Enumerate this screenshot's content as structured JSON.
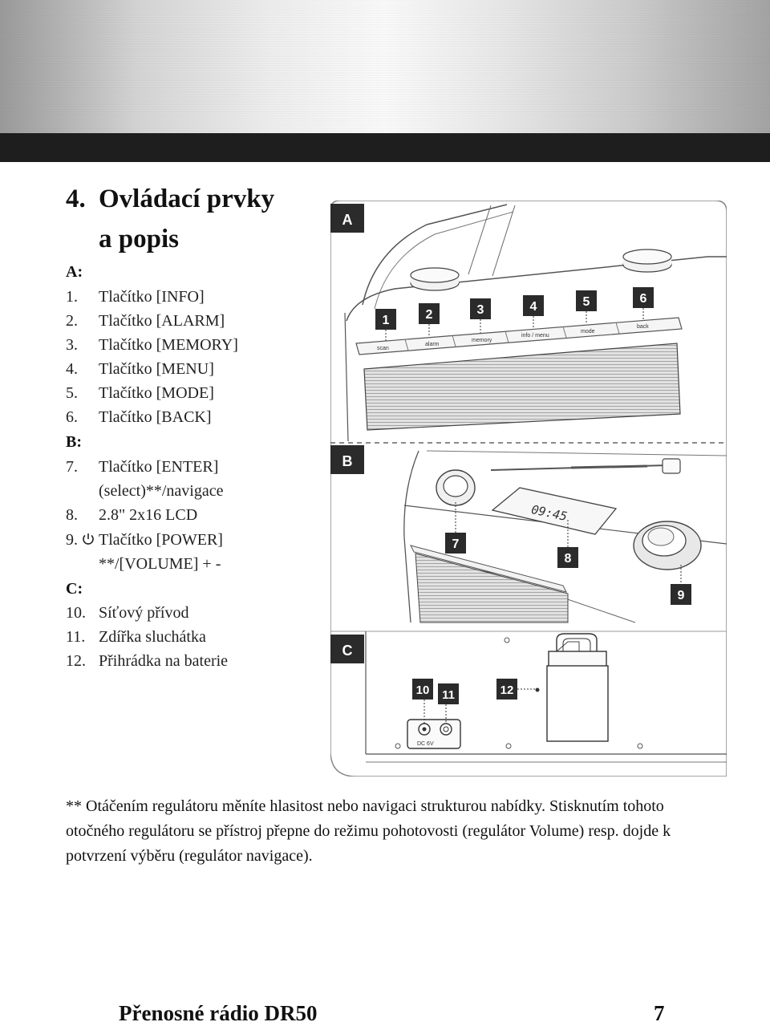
{
  "heading": {
    "number": "4.",
    "line1": "Ovládací prvky",
    "line2": "a popis"
  },
  "groups": {
    "A": {
      "label": "A:"
    },
    "B": {
      "label": "B:"
    },
    "C": {
      "label": "C:"
    }
  },
  "items": [
    {
      "num": "1.",
      "text": "Tlačítko [INFO]"
    },
    {
      "num": "2.",
      "text": "Tlačítko [ALARM]"
    },
    {
      "num": "3.",
      "text": "Tlačítko [MEMORY]"
    },
    {
      "num": "4.",
      "text": "Tlačítko [MENU]"
    },
    {
      "num": "5.",
      "text": "Tlačítko [MODE]"
    },
    {
      "num": "6.",
      "text": "Tlačítko [BACK]"
    },
    {
      "num": "7.",
      "text": "Tlačítko [ENTER]",
      "text2": "(select)**/navigace"
    },
    {
      "num": "8.",
      "text": "2.8\" 2x16 LCD"
    },
    {
      "num": "9.",
      "text": "Tlačítko [POWER]",
      "text2": "**/[VOLUME] + -"
    },
    {
      "num": "10.",
      "text": "Síťový přívod"
    },
    {
      "num": "11.",
      "text": "Zdířka sluchátka"
    },
    {
      "num": "12.",
      "text": "Přihrádka na baterie"
    }
  ],
  "illustration": {
    "tags": [
      "A",
      "B",
      "C"
    ],
    "markers": [
      "1",
      "2",
      "3",
      "4",
      "5",
      "6",
      "7",
      "8",
      "9",
      "10",
      "11",
      "12"
    ],
    "button_labels": [
      "scan",
      "alarm",
      "memory",
      "info / menu",
      "mode",
      "back"
    ],
    "lcd_time": "09:45",
    "dc_label": "DC 6V"
  },
  "footnote": "** Otáčením regulátoru měníte hlasitost nebo navigaci strukturou nabídky. Stisknutím tohoto otočného regulátoru se přístroj přepne do režimu pohotovosti (regulátor Volume) resp. dojde k potvrzení výběru (regulátor navigace).",
  "footer": {
    "title": "Přenosné rádio DR50",
    "page": "7"
  },
  "icons": {
    "power": "power-icon"
  }
}
